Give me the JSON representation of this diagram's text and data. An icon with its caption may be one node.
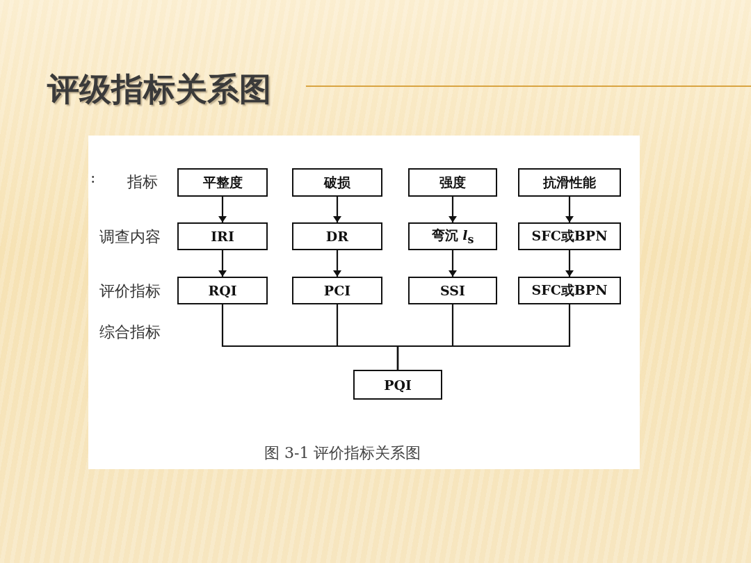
{
  "diagram": {
    "title": "评级指标关系图",
    "caption": "图 3-1 评价指标关系图",
    "nodes": [
      {
        "text": [
          "平整度"
        ]
      },
      {
        "text": [
          "破损"
        ]
      },
      {
        "text": [
          "强度"
        ]
      },
      {
        "text": [
          "抗滑性能"
        ]
      },
      {
        "text": [
          "IRI"
        ]
      },
      {
        "text": [
          "DR"
        ]
      },
      {
        "text": [
          "弯沉 *l*$_{s}$"
        ]
      },
      {
        "text": [
          "SFC或BPN"
        ]
      },
      {
        "text": [
          "RQI"
        ]
      },
      {
        "text": [
          "PCI"
        ]
      },
      {
        "text": [
          "SSI"
        ]
      },
      {
        "text": [
          "SFC或BPN"
        ]
      },
      {
        "text": [
          "PQI"
        ]
      }
    ],
    "edges": [
      {
        "from": 0,
        "to": 4,
        "arrow": "to"
      },
      {
        "from": 1,
        "to": 5,
        "arrow": "to"
      },
      {
        "from": 2,
        "to": 6,
        "arrow": "to"
      },
      {
        "from": 3,
        "to": 7,
        "arrow": "to"
      },
      {
        "from": 4,
        "to": 8,
        "arrow": "to"
      },
      {
        "from": 5,
        "to": 9,
        "arrow": "to"
      },
      {
        "from": 6,
        "to": 10,
        "arrow": "to"
      },
      {
        "from": 7,
        "to": 11,
        "arrow": "to"
      },
      {
        "from": 8,
        "to": 12,
        "arrow": "none"
      },
      {
        "from": 9,
        "to": 12,
        "arrow": "none"
      },
      {
        "from": 10,
        "to": 12,
        "arrow": "none"
      },
      {
        "from": 11,
        "to": 12,
        "arrow": "none"
      }
    ],
    "labels": [
      ":",
      "指标",
      "调查内容",
      "评价指标",
      "综合指标"
    ]
  }
}
